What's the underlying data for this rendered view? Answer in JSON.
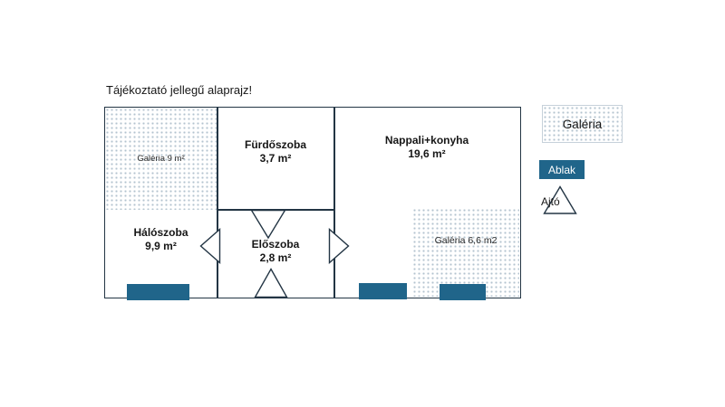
{
  "title": "Tájékoztató jellegű alaprajz!",
  "rooms": {
    "galeria9": {
      "label": "Galéria 9 m²"
    },
    "haloszoba": {
      "name": "Hálószoba",
      "area": "9,9 m²"
    },
    "furdoszoba": {
      "name": "Fürdőszoba",
      "area": "3,7 m²"
    },
    "eloszoba": {
      "name": "Előszoba",
      "area": "2,8 m²"
    },
    "nappali": {
      "name": "Nappali+konyha",
      "area": "19,6 m²"
    },
    "galeria66": {
      "label": "Galéria 6,6 m2"
    }
  },
  "legend": {
    "galeria_label": "Galéria",
    "ablak_label": "Ablak",
    "ajto_label": "Ajtó"
  },
  "colors": {
    "window_fill": "#20658a",
    "wall": "#233544",
    "gallery_dot": "#b3c3cf"
  }
}
